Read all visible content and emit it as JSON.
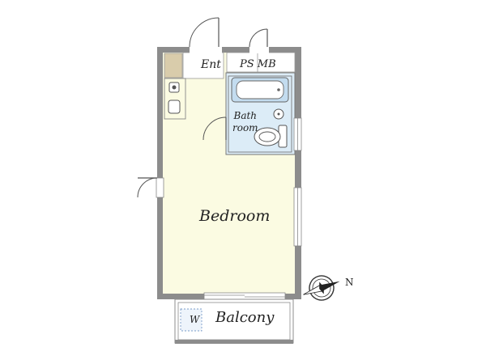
{
  "rooms": {
    "entrance": "Ent",
    "ps_mb": "PS MB",
    "bathroom_line1": "Bath",
    "bathroom_line2": "room",
    "bedroom": "Bedroom",
    "balcony": "Balcony",
    "washer": "W"
  },
  "compass": {
    "north_label": "N"
  },
  "colors": {
    "wall": "#8c8c8c",
    "bedroom_floor": "#fbfbe2",
    "bath_floor": "#dcecf7",
    "fixture_blue": "#c3dcef",
    "storage": "#d9ccab"
  }
}
